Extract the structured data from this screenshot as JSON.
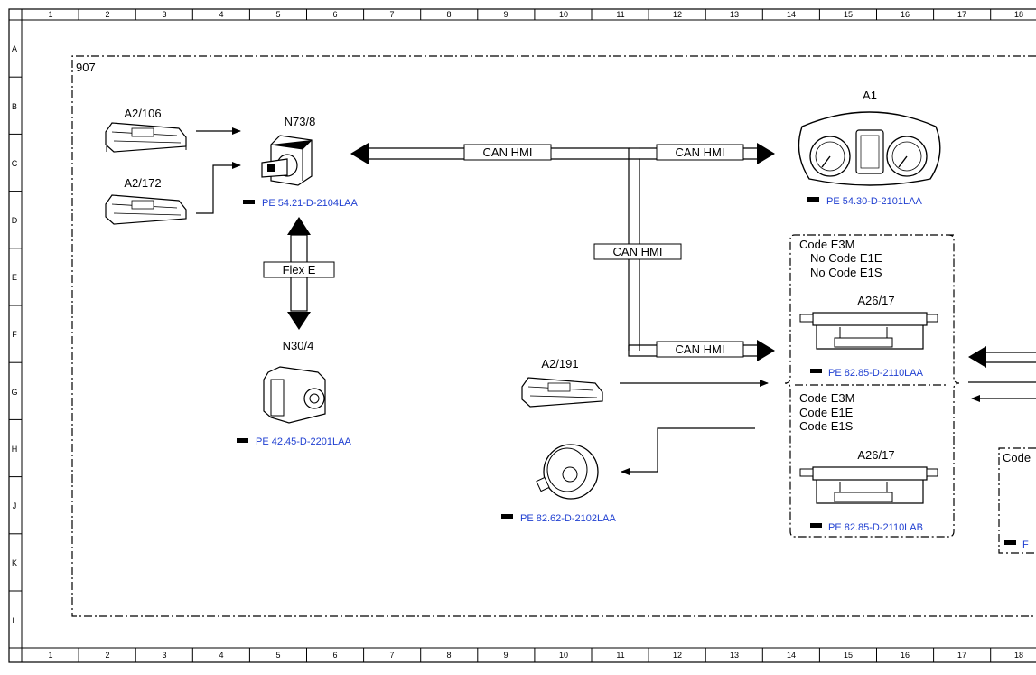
{
  "grid": {
    "columns": [
      "1",
      "2",
      "3",
      "4",
      "5",
      "6",
      "7",
      "8",
      "9",
      "10",
      "11",
      "12",
      "13",
      "14",
      "15",
      "16",
      "17",
      "18"
    ],
    "rows": [
      "A",
      "B",
      "C",
      "D",
      "E",
      "F",
      "G",
      "H",
      "J",
      "K",
      "L"
    ]
  },
  "frame_label": "907",
  "components": {
    "a2_106": "A2/106",
    "a2_172": "A2/172",
    "n73_8": "N73/8",
    "n30_4": "N30/4",
    "a1": "A1",
    "a2_191": "A2/191",
    "a26_17_top": "A26/17",
    "a26_17_bottom": "A26/17"
  },
  "references": {
    "n73_8": "PE 54.21-D-2104LAA",
    "n30_4": "PE 42.45-D-2201LAA",
    "a1": "PE 54.30-D-2101LAA",
    "a26_17_top": "PE 82.85-D-2110LAA",
    "a26_17_bottom": "PE 82.85-D-2110LAB",
    "speaker": "PE 82.62-D-2102LAA",
    "right_cut": "F"
  },
  "buses": {
    "can_left": "CAN HMI",
    "can_right": "CAN HMI",
    "can_mid": "CAN HMI",
    "can_lower": "CAN HMI",
    "flex": "Flex E"
  },
  "code_boxes": {
    "top": [
      "Code E3M",
      "No Code E1E",
      "No Code E1S"
    ],
    "bottom": [
      "Code E3M",
      "Code E1E",
      "Code E1S"
    ],
    "right_cut": "Code"
  }
}
